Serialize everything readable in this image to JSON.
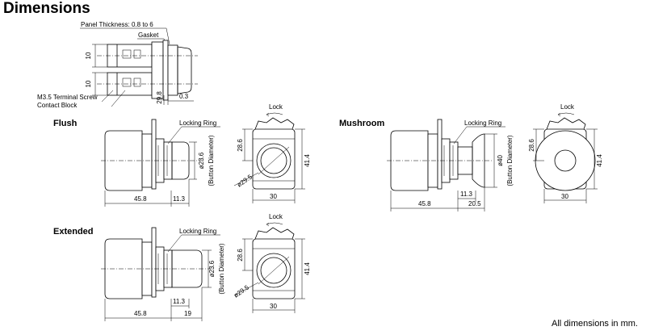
{
  "title": "Dimensions",
  "footer_note": "All dimensions in mm.",
  "contact_block": {
    "panel_thickness": "Panel Thickness: 0.8 to 6",
    "gasket": "Gasket",
    "dim_upper": "10",
    "dim_lower": "10",
    "dim_depth": "29.8",
    "dim_gap": "0.3",
    "terminal_screw": "M3.5 Terminal Screw",
    "contact_block": "Contact Block"
  },
  "flush": {
    "label": "Flush",
    "locking_ring": "Locking Ring",
    "dim_body": "45.8",
    "dim_front": "11.3",
    "dim_dia": "ø23.6",
    "button_diameter": "(Button Diameter)",
    "lock": "Lock",
    "dim_h1": "28.6",
    "dim_h2": "41.4",
    "dim_ring": "ø29.5",
    "dim_w": "30"
  },
  "mushroom": {
    "label": "Mushroom",
    "locking_ring": "Locking Ring",
    "dim_body": "45.8",
    "dim_front": "11.3",
    "dim_head": "20.5",
    "dim_dia": "ø40",
    "button_diameter": "(Button Diameter)",
    "lock": "Lock",
    "dim_h1": "28.6",
    "dim_h2": "41.4",
    "dim_w": "30"
  },
  "extended": {
    "label": "Extended",
    "locking_ring": "Locking Ring",
    "dim_body": "45.8",
    "dim_front": "11.3",
    "dim_ext": "19",
    "dim_dia": "ø23.6",
    "button_diameter": "(Button Diameter)",
    "lock": "Lock",
    "dim_h1": "28.6",
    "dim_h2": "41.4",
    "dim_ring": "ø29.5",
    "dim_w": "30"
  }
}
